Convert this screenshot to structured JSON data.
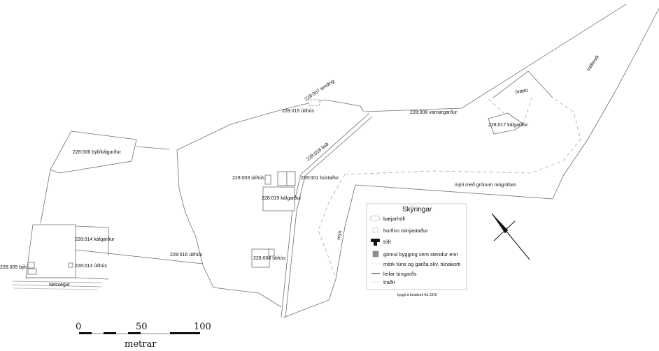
{
  "labels": {
    "sites": {
      "s006": "228:006 býli/kálgarður",
      "s007": "228:007 lending",
      "s015": "228:015 útihús",
      "s008": "228:008 varnargarður",
      "s018": "228:018 leið",
      "s003": "228:003 útihús",
      "s001": "228:001 bústaður",
      "s019": "228:019 kálgarður",
      "s014": "228:014 kálgarður",
      "s016": "228:016 útihús",
      "s004": "228:004 útihús",
      "s005": "228:005 býli",
      "s013": "228:013 útihús",
      "s017": "228:017 kálgarður"
    },
    "terrain": {
      "oraekt": "órækt",
      "vallendi": "valllendi",
      "myri_grona": "mýri með grónum mógröfum",
      "myri": "mýri"
    },
    "road": "Nesvegur"
  },
  "legend": {
    "title": "Skýringar",
    "items": [
      {
        "label": "bæjarhóll",
        "symbol": "oval"
      },
      {
        "label": "horfinn minjastaður",
        "symbol": "square-outline"
      },
      {
        "label": "tóft",
        "symbol": "ruin"
      },
      {
        "label": "gömul bygging sem stendur enn",
        "symbol": "square-filled"
      },
      {
        "label": "mörk túns og garða skv. túnakorti",
        "symbol": "faint-line"
      },
      {
        "label": "leifar túngarðs",
        "symbol": "solid-line"
      },
      {
        "label": "traðir",
        "symbol": "faint-line"
      }
    ],
    "note": "byggt á túnakorti frá 1916"
  },
  "scale": {
    "ticks": [
      "0",
      "50",
      "100"
    ],
    "unit": "metrar"
  },
  "compass": {
    "icon": "north-arrow-icon"
  },
  "colors": {
    "line": "#6f6f6f",
    "dash": "#a8a8a8",
    "text": "#111111",
    "filled": "#8d8d95"
  }
}
